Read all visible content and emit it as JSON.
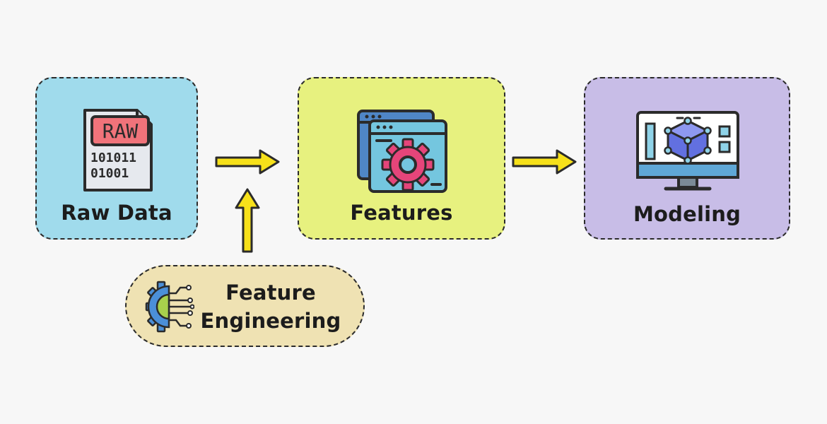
{
  "nodes": {
    "raw_data": {
      "label": "Raw Data",
      "icon_text": "RAW",
      "binary_line1": "101011",
      "binary_line2": "01001",
      "color": "#a0dbec"
    },
    "features": {
      "label": "Features",
      "color": "#e7f17f"
    },
    "modeling": {
      "label": "Modeling",
      "color": "#c8bde7"
    },
    "feature_engineering": {
      "label_line1": "Feature",
      "label_line2": "Engineering",
      "color": "#efe2b3"
    }
  },
  "icons": {
    "raw_data": "raw-file-icon",
    "features": "settings-window-icon",
    "modeling": "monitor-3d-model-icon",
    "feature_engineering": "gear-circuit-icon"
  },
  "arrow_color": "#f7e11a"
}
